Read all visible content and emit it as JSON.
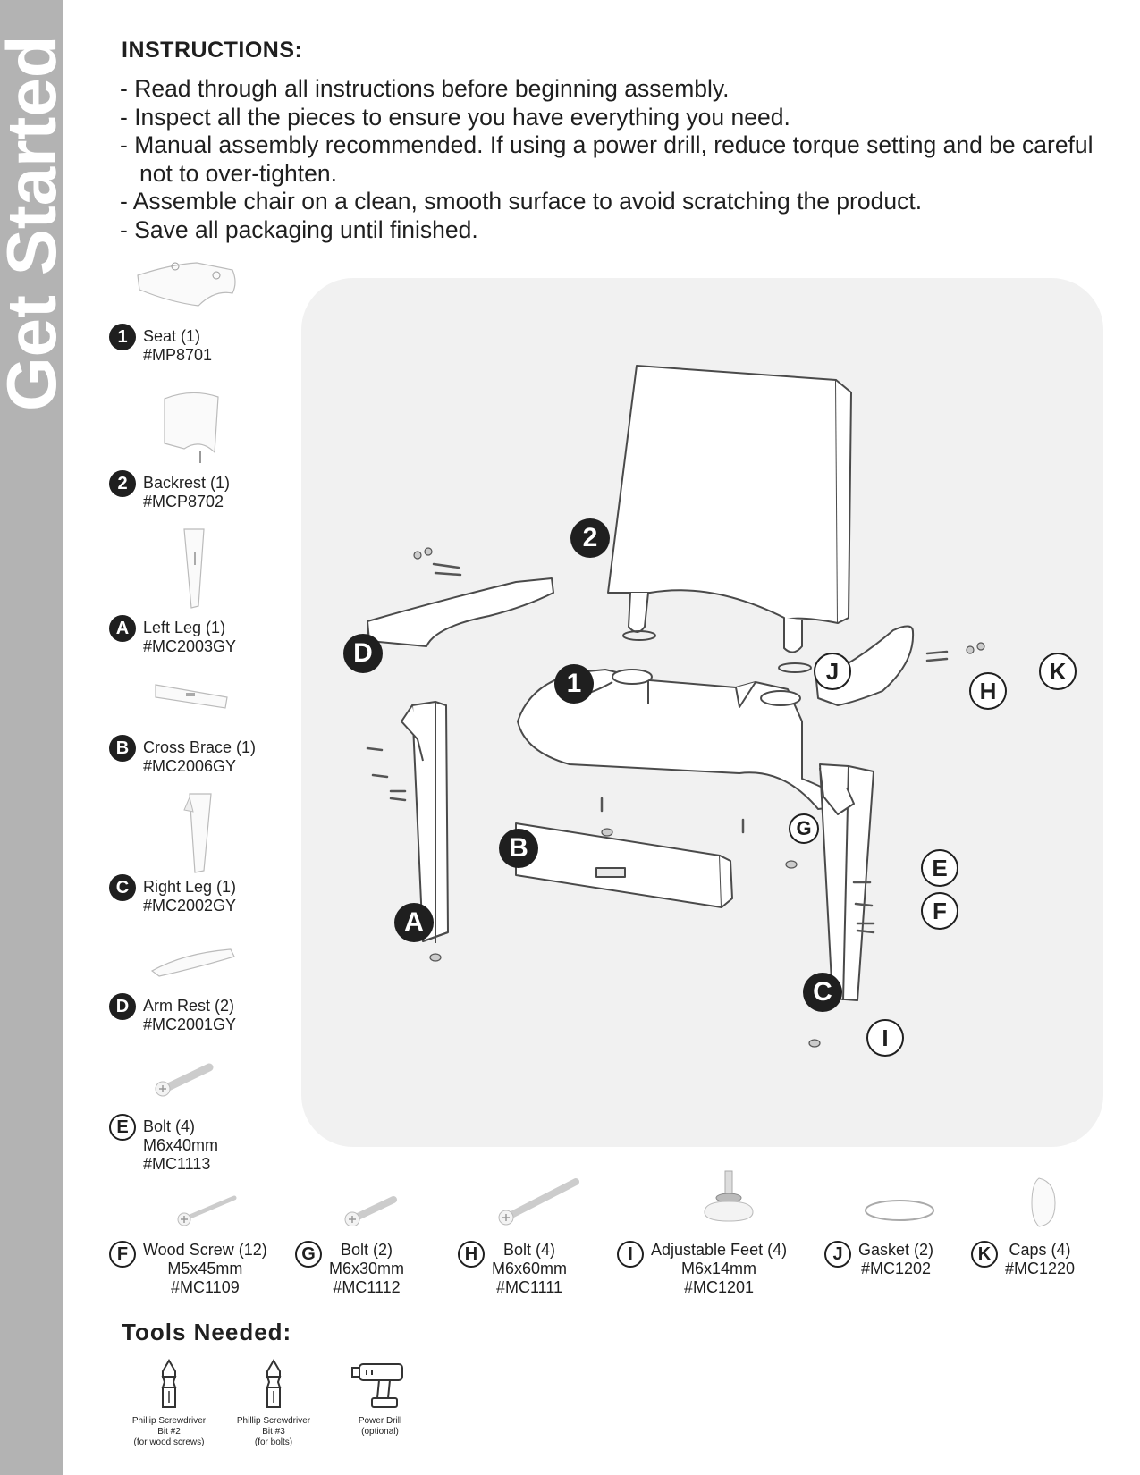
{
  "side_title": "Get Started",
  "instructions": {
    "title": "INSTRUCTIONS:",
    "items": [
      "Read through all instructions before beginning assembly.",
      "Inspect all the pieces to ensure you have everything you need.",
      "Manual assembly recommended. If using a power drill, reduce torque setting and be careful not to over-tighten.",
      "Assemble chair on a clean, smooth surface to avoid scratching the product.",
      "Save all packaging until finished."
    ]
  },
  "parts": [
    {
      "mark": "1",
      "name": "Seat (1)",
      "spec": "",
      "code": "#MP8701"
    },
    {
      "mark": "2",
      "name": "Backrest (1)",
      "spec": "",
      "code": "#MCP8702"
    },
    {
      "mark": "A",
      "name": "Left Leg (1)",
      "spec": "",
      "code": "#MC2003GY"
    },
    {
      "mark": "B",
      "name": "Cross Brace (1)",
      "spec": "",
      "code": "#MC2006GY"
    },
    {
      "mark": "C",
      "name": "Right Leg (1)",
      "spec": "",
      "code": "#MC2002GY"
    },
    {
      "mark": "D",
      "name": "Arm Rest (2)",
      "spec": "",
      "code": "#MC2001GY"
    },
    {
      "mark": "E",
      "name": "Bolt (4)",
      "spec": "M6x40mm",
      "code": "#MC1113"
    },
    {
      "mark": "F",
      "name": "Wood Screw (12)",
      "spec": "M5x45mm",
      "code": "#MC1109"
    },
    {
      "mark": "G",
      "name": "Bolt (2)",
      "spec": "M6x30mm",
      "code": "#MC1112"
    },
    {
      "mark": "H",
      "name": "Bolt (4)",
      "spec": "M6x60mm",
      "code": "#MC1111"
    },
    {
      "mark": "I",
      "name": "Adjustable Feet (4)",
      "spec": "M6x14mm",
      "code": "#MC1201"
    },
    {
      "mark": "J",
      "name": "Gasket (2)",
      "spec": "",
      "code": "#MC1202"
    },
    {
      "mark": "K",
      "name": "Caps (4)",
      "spec": "",
      "code": "#MC1220"
    }
  ],
  "diagram_labels": [
    "2",
    "D",
    "1",
    "J",
    "H",
    "K",
    "G",
    "B",
    "E",
    "F",
    "A",
    "C",
    "I"
  ],
  "tools": {
    "title": "Tools Needed:",
    "items": [
      {
        "line1": "Phillip Screwdriver",
        "line2": "Bit #2",
        "line3": "(for wood screws)"
      },
      {
        "line1": "Phillip Screwdriver",
        "line2": "Bit #3",
        "line3": "(for bolts)"
      },
      {
        "line1": "Power Drill",
        "line2": "(optional)",
        "line3": ""
      }
    ]
  },
  "colors": {
    "side_tab": "#b3b3b3",
    "panel": "#f1f1f1",
    "ink": "#1f1f1f"
  }
}
